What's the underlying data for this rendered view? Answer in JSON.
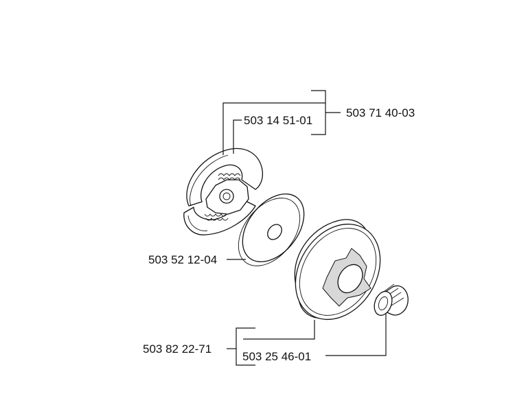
{
  "diagram": {
    "part_numbers": {
      "clutch_assembly": "503 71 40-03",
      "clutch_spring": "503 14 51-01",
      "washer": "503 52 12-04",
      "clutch_drum_set": "503 82 22-71",
      "needle_bearing": "503 25 46-01"
    }
  }
}
